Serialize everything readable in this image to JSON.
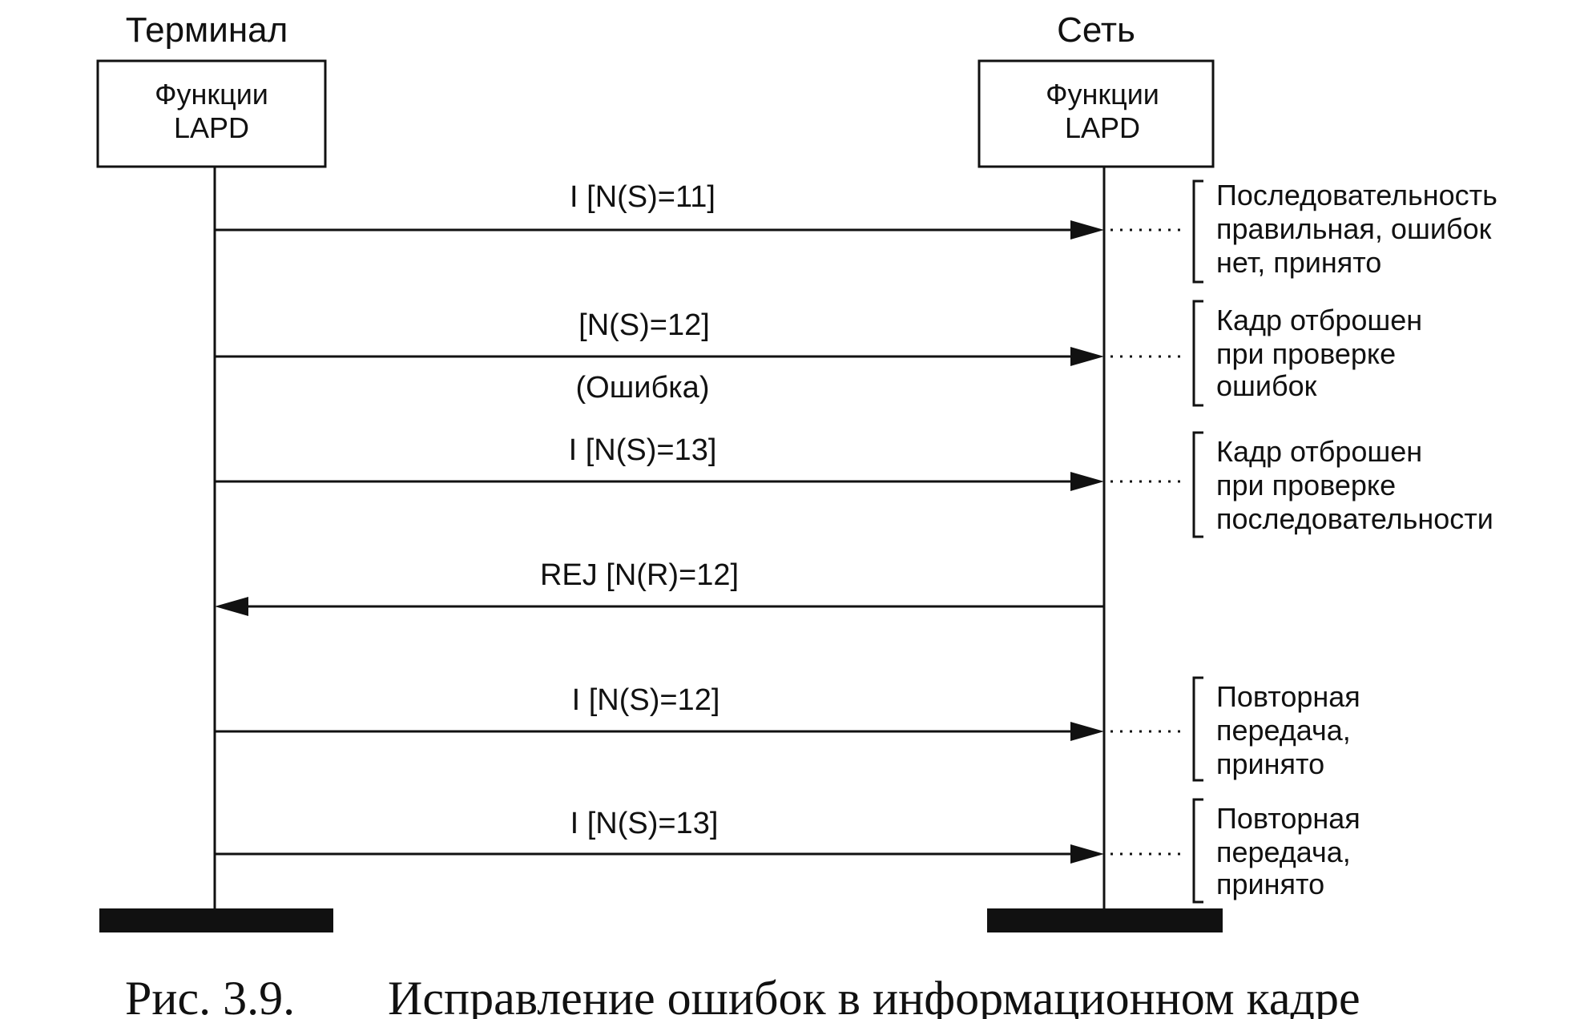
{
  "terminal": {
    "title": "Терминал",
    "box_line1": "Функции",
    "box_line2": "LAPD"
  },
  "network": {
    "title": "Сеть",
    "box_line1": "Функции",
    "box_line2": "LAPD"
  },
  "messages": [
    {
      "label": "I [N(S)=11]",
      "direction": "to-network",
      "note": "",
      "annotation": [
        "Последовательность",
        "правильная, ошибок",
        "нет, принято"
      ]
    },
    {
      "label": "[N(S)=12]",
      "direction": "to-network",
      "note": "(Ошибка)",
      "annotation": [
        "Кадр отброшен",
        "при проверке",
        "ошибок"
      ]
    },
    {
      "label": "I [N(S)=13]",
      "direction": "to-network",
      "note": "",
      "annotation": [
        "Кадр отброшен",
        "при проверке",
        "последовательности"
      ]
    },
    {
      "label": "REJ [N(R)=12]",
      "direction": "to-terminal",
      "note": "",
      "annotation": []
    },
    {
      "label": "I [N(S)=12]",
      "direction": "to-network",
      "note": "",
      "annotation": [
        "Повторная",
        "передача,",
        "принято"
      ]
    },
    {
      "label": "I [N(S)=13]",
      "direction": "to-network",
      "note": "",
      "annotation": [
        "Повторная",
        "передача,",
        "принято"
      ]
    }
  ],
  "caption": {
    "number": "Рис. 3.9.",
    "text": "Исправление ошибок в информационном кадре"
  }
}
